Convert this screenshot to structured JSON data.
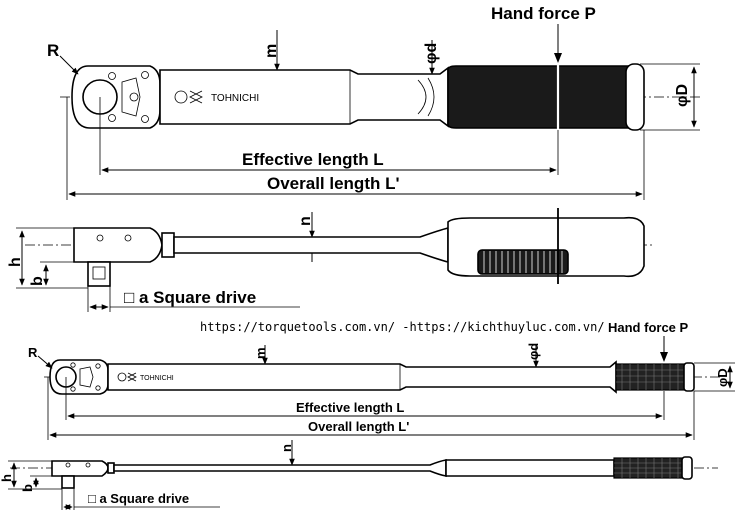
{
  "labels": {
    "hand_force": "Hand force P",
    "effective_length": "Effective length L",
    "overall_length": "Overall length L'",
    "square_drive": "□ a Square drive",
    "r": "R",
    "m": "m",
    "phi_d": "φd",
    "phi_D": "φD",
    "n": "n",
    "h": "h",
    "b": "b"
  },
  "brand": "TOHNICHI",
  "url_line": "https://torquetools.com.vn/ -https://kichthuyluc.com.vn/"
}
